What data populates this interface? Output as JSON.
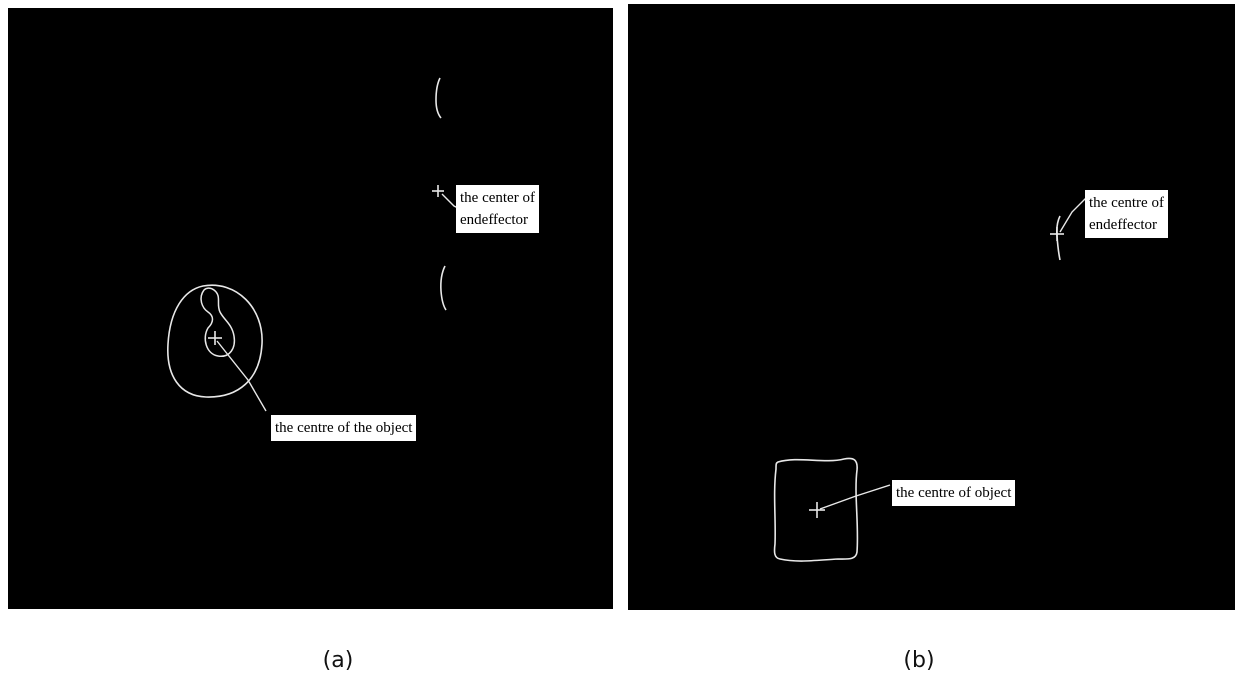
{
  "panels": [
    {
      "labels": {
        "endeffector": "the center of endeffector",
        "endeffector_line1": "the center of",
        "endeffector_line2": "endeffector",
        "object": "the centre of the object"
      },
      "caption": "(a)"
    },
    {
      "labels": {
        "endeffector_line1": "the centre of",
        "endeffector_line2": "endeffector",
        "object": "the centre of object"
      },
      "caption": "(b)"
    }
  ],
  "colors": {
    "background": "#000000",
    "stroke": "#e8e8e8",
    "label_bg": "#ffffff",
    "label_text": "#000000"
  }
}
